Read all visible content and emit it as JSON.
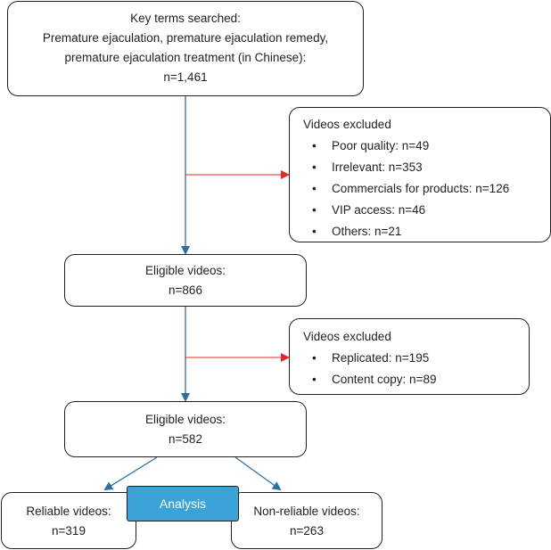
{
  "search_box": {
    "lines": [
      "Key terms searched:",
      "Premature ejaculation, premature ejaculation remedy,",
      "premature ejaculation treatment (in Chinese):",
      "n=1,461"
    ]
  },
  "exclusion_1": {
    "title": "Videos excluded",
    "items": [
      "Poor quality: n=49",
      "Irrelevant: n=353",
      "Commercials for products: n=126",
      "VIP access: n=46",
      "Others: n=21"
    ]
  },
  "eligible_1": {
    "label": "Eligible videos:",
    "count": "n=866"
  },
  "exclusion_2": {
    "title": "Videos excluded",
    "items": [
      "Replicated: n=195",
      "Content copy: n=89"
    ]
  },
  "eligible_2": {
    "label": "Eligible videos:",
    "count": "n=582"
  },
  "reliable": {
    "label": "Reliable videos:",
    "count": "n=319"
  },
  "non_reliable": {
    "label": "Non-reliable videos:",
    "count": "n=263"
  },
  "analysis_label": "Analysis",
  "bullet_glyph": "•",
  "colors": {
    "flow_arrow": "#2e6f9e",
    "exclusion_arrow": "#e8262a",
    "analysis_fill": "#3aa4d9",
    "box_border": "#231f20"
  }
}
